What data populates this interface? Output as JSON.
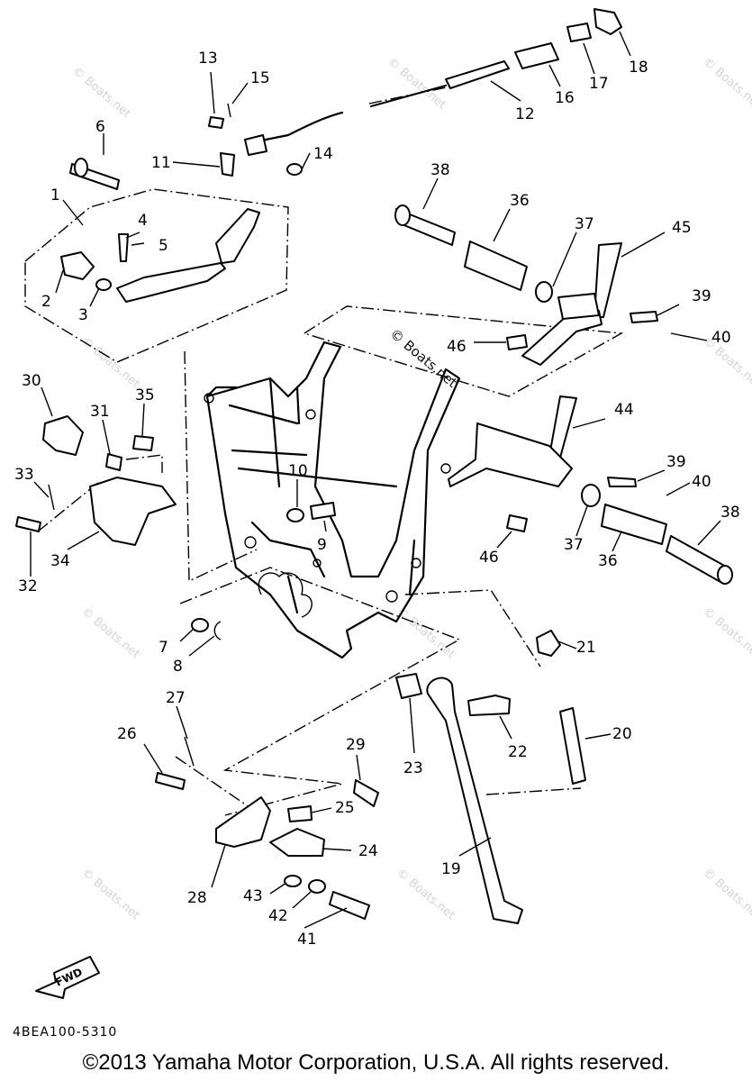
{
  "diagram": {
    "callouts": [
      "1",
      "2",
      "3",
      "4",
      "5",
      "6",
      "7",
      "8",
      "9",
      "10",
      "11",
      "12",
      "13",
      "14",
      "15",
      "16",
      "17",
      "18",
      "19",
      "20",
      "21",
      "22",
      "23",
      "24",
      "25",
      "26",
      "27",
      "28",
      "29",
      "30",
      "31",
      "32",
      "33",
      "34",
      "35",
      "36",
      "37",
      "38",
      "39",
      "40",
      "41",
      "42",
      "43",
      "44",
      "45",
      "46"
    ],
    "fwd_label": "FWD",
    "watermark": "© Boats.net",
    "diagram_code": "4BEA100-5310"
  },
  "footer": {
    "copyright": "©2013 Yamaha Motor Corporation, U.S.A. All rights reserved."
  }
}
